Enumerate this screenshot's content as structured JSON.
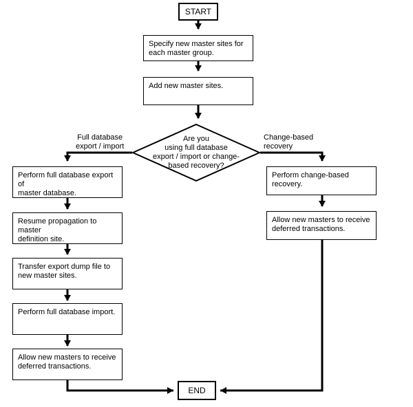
{
  "diagram": {
    "type": "flowchart",
    "title": "Adding new master sites flowchart",
    "colors": {
      "stroke": "#000000",
      "fill": "#ffffff",
      "text": "#000000"
    },
    "nodes": {
      "start": {
        "label": "START",
        "shape": "terminator"
      },
      "specify_sites": {
        "label": "Specify new master sites for\neach master group.",
        "shape": "process"
      },
      "add_sites": {
        "label": "Add new master sites.",
        "shape": "process"
      },
      "decision": {
        "label": "Are you\nusing full database\nexport / import or change-\nbased recovery?",
        "shape": "decision"
      },
      "perform_export": {
        "label": "Perform full database export of\nmaster database.",
        "shape": "process"
      },
      "resume_propagation": {
        "label": "Resume propagation to master\ndefinition site.",
        "shape": "process"
      },
      "transfer_dump": {
        "label": "Transfer export dump file to\nnew master sites.",
        "shape": "process"
      },
      "perform_import": {
        "label": "Perform full database import.",
        "shape": "process"
      },
      "allow_left": {
        "label": "Allow new masters to receive\ndeferred transactions.",
        "shape": "process"
      },
      "perform_cbr": {
        "label": "Perform change-based recovery.",
        "shape": "process"
      },
      "allow_right": {
        "label": "Allow new masters to receive\ndeferred transactions.",
        "shape": "process"
      },
      "end": {
        "label": "END",
        "shape": "terminator"
      }
    },
    "edge_labels": {
      "left_branch": "Full database\nexport / import",
      "right_branch": "Change-based\nrecovery"
    }
  }
}
